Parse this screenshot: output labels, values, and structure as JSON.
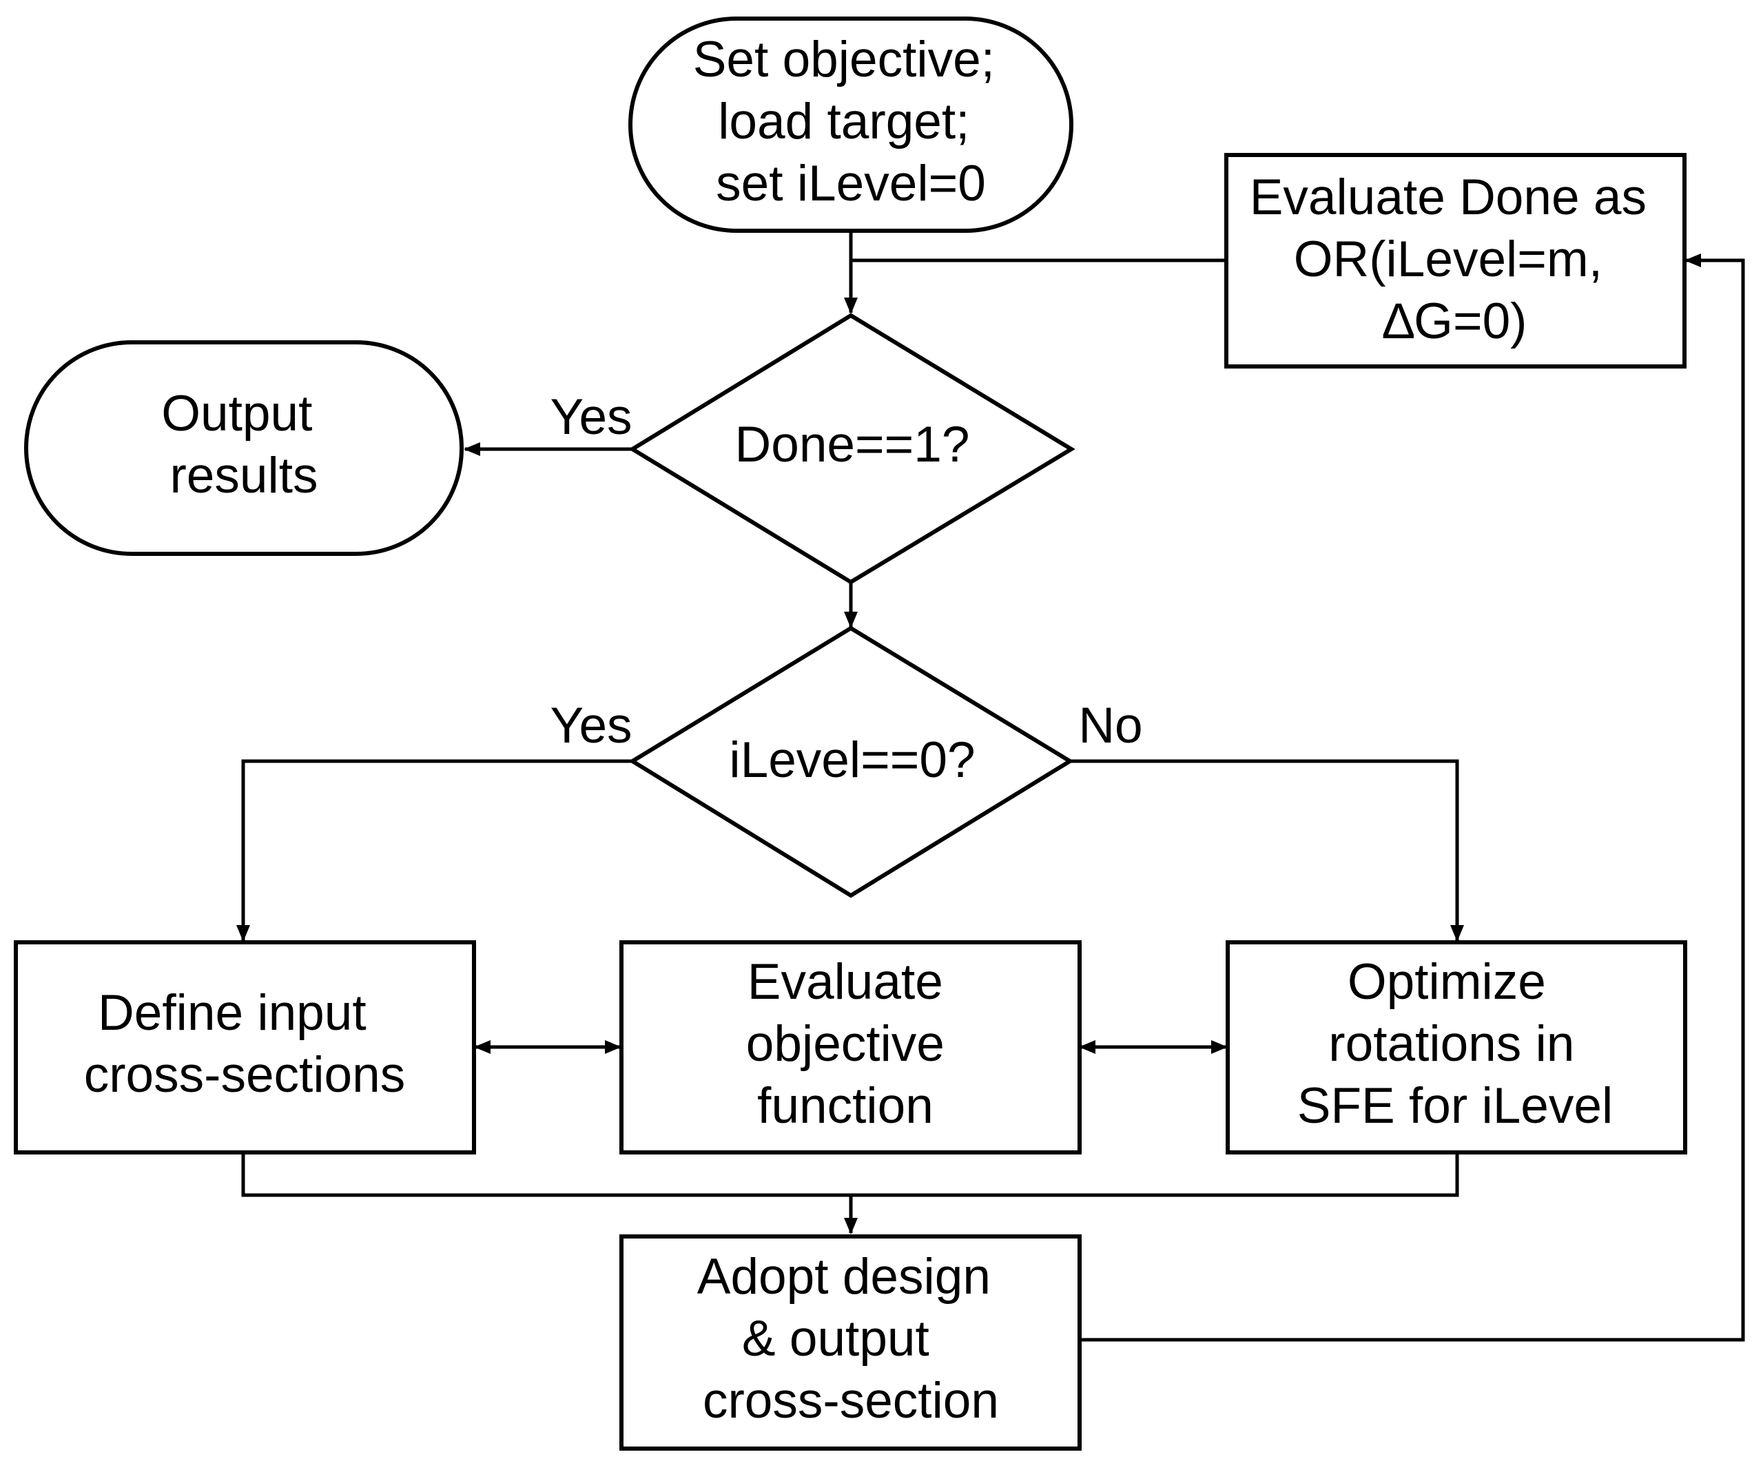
{
  "nodes": {
    "start": {
      "lines": [
        "Set objective;",
        "load target;",
        "set iLevel=0"
      ]
    },
    "output": {
      "lines": [
        "Output",
        "results"
      ]
    },
    "done_decision": {
      "lines": [
        "Done==1?"
      ]
    },
    "level_decision": {
      "lines": [
        "iLevel==0?"
      ]
    },
    "evaluate_done": {
      "lines": [
        "Evaluate Done as",
        "OR(iLevel=m,",
        "∆G=0)"
      ]
    },
    "define_input": {
      "lines": [
        "Define input",
        "cross-sections"
      ]
    },
    "evaluate_objective": {
      "lines": [
        "Evaluate",
        "objective",
        "function"
      ]
    },
    "optimize": {
      "lines": [
        "Optimize",
        "rotations in",
        "SFE for iLevel"
      ]
    },
    "adopt": {
      "lines": [
        "Adopt design",
        "& output",
        "cross-section"
      ]
    }
  },
  "edge_labels": {
    "done_yes": "Yes",
    "level_yes": "Yes",
    "level_no": "No"
  }
}
